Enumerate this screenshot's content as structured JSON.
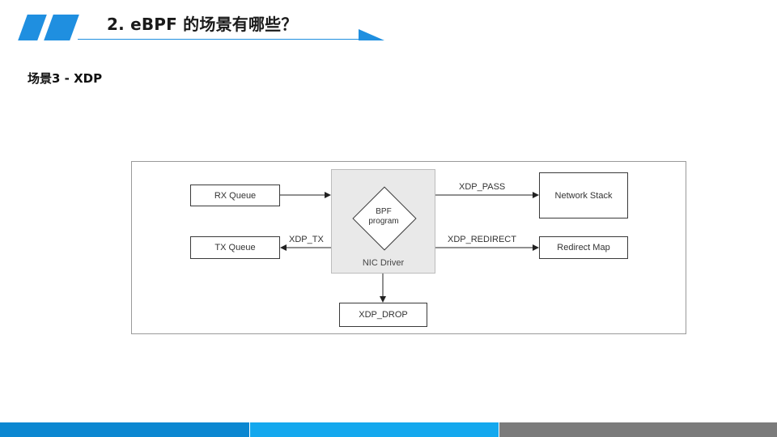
{
  "header": {
    "title": "2. eBPF 的场景有哪些？"
  },
  "subtitle": "场景3 - XDP",
  "diagram": {
    "nodes": {
      "rx_queue": "RX Queue",
      "tx_queue": "TX Queue",
      "bpf_program_line1": "BPF",
      "bpf_program_line2": "program",
      "nic_driver": "NIC Driver",
      "network_stack": "Network Stack",
      "redirect_map": "Redirect Map",
      "xdp_drop": "XDP_DROP"
    },
    "edges": {
      "xdp_tx": "XDP_TX",
      "xdp_pass": "XDP_PASS",
      "xdp_redirect": "XDP_REDIRECT"
    }
  },
  "colors": {
    "accent": "#1f8fe0",
    "footer_left": "#0b87d1",
    "footer_mid": "#14a8ee",
    "footer_right": "#7b7b7b"
  }
}
